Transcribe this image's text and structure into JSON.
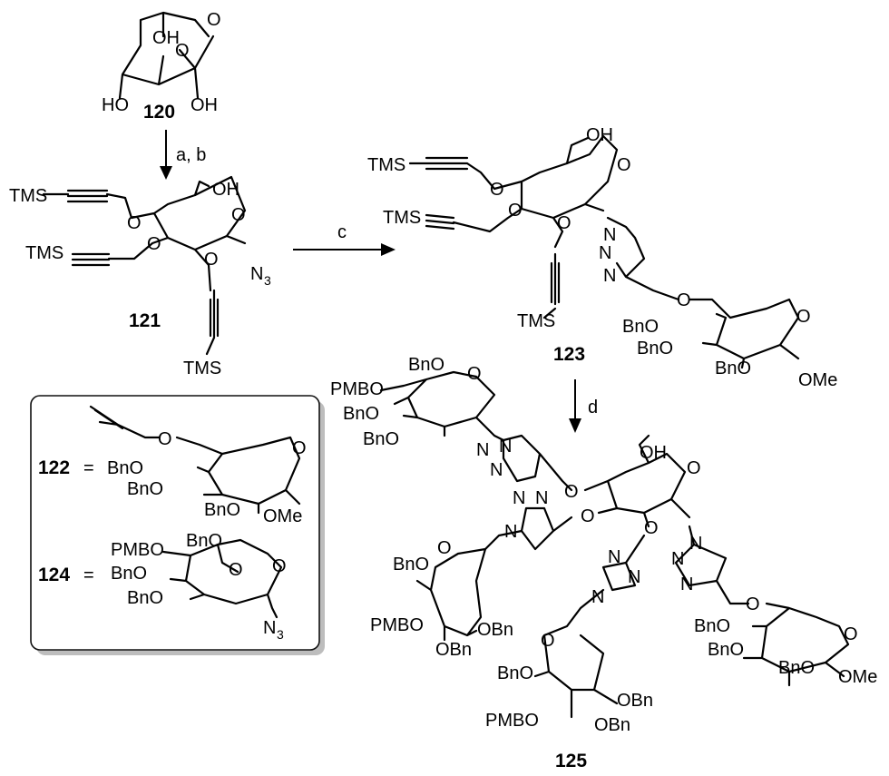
{
  "compounds": {
    "c120": {
      "number": "120",
      "OH": "OH",
      "HO": "HO",
      "O": "O"
    },
    "c121": {
      "number": "121",
      "TMS": "TMS",
      "OH": "OH",
      "O": "O",
      "N": "N",
      "sub3": "3"
    },
    "c123": {
      "number": "123",
      "TMS": "TMS",
      "OH": "OH",
      "O": "O",
      "N": "N",
      "BnO": "BnO",
      "OMe": "OMe"
    },
    "c122": {
      "number": "122",
      "eq": "=",
      "BnO": "BnO",
      "OMe": "OMe",
      "O": "O"
    },
    "c124": {
      "number": "124",
      "eq": "=",
      "PMBO": "PMBO",
      "BnO": "BnO",
      "N": "N",
      "sub3": "3",
      "O": "O"
    },
    "c125": {
      "number": "125",
      "OH": "OH",
      "O": "O",
      "N": "N",
      "BnO": "BnO",
      "PMBO": "PMBO",
      "OBn": "OBn",
      "OMe": "OMe"
    }
  },
  "arrows": {
    "step_ab": "a, b",
    "step_c": "c",
    "step_d": "d"
  }
}
